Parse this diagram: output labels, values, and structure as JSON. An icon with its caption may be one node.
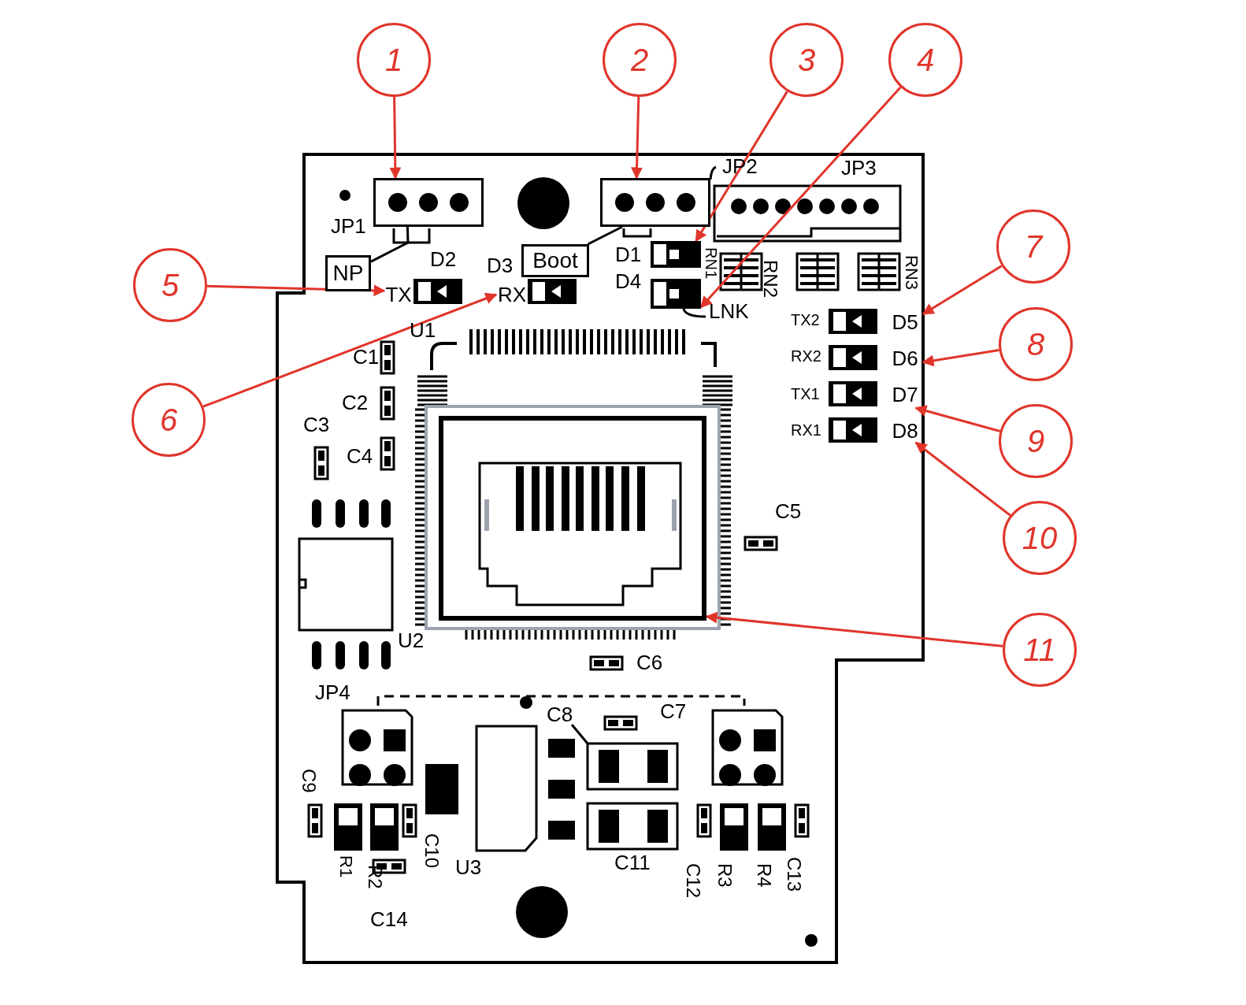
{
  "diagram": {
    "nodes": [
      {
        "text": [
          "1"
        ]
      },
      {
        "text": [
          "2"
        ]
      },
      {
        "text": [
          "3"
        ]
      },
      {
        "text": [
          "4"
        ]
      },
      {
        "text": [
          "5"
        ]
      },
      {
        "text": [
          "6"
        ]
      },
      {
        "text": [
          "7"
        ]
      },
      {
        "text": [
          "8"
        ]
      },
      {
        "text": [
          "9"
        ]
      },
      {
        "text": [
          "10"
        ]
      },
      {
        "text": [
          "11"
        ]
      },
      {
        "text": [],
        "shape": "box"
      },
      {
        "text": [
          "NP"
        ]
      },
      {
        "text": [],
        "shape": "box"
      },
      {
        "text": [
          "Boot"
        ]
      },
      {
        "text": [],
        "shape": "box"
      },
      {
        "text": [],
        "shape": "box"
      },
      {
        "text": [
          "TX"
        ]
      },
      {
        "text": [
          "RX"
        ]
      },
      {
        "text": [
          "D5"
        ]
      },
      {
        "text": [
          "D6"
        ]
      },
      {
        "text": [
          "D7"
        ]
      },
      {
        "text": [
          "D8"
        ]
      },
      {
        "text": [],
        "shape": "box"
      }
    ],
    "edges": [
      {
        "from": 0,
        "to": 11,
        "arrow": "to"
      },
      {
        "from": 1,
        "to": 13,
        "arrow": "to"
      },
      {
        "from": 2,
        "to": 15,
        "arrow": "to"
      },
      {
        "from": 3,
        "to": 16,
        "arrow": "to"
      },
      {
        "from": 4,
        "to": 17,
        "arrow": "to"
      },
      {
        "from": 5,
        "to": 18,
        "arrow": "to"
      },
      {
        "from": 6,
        "to": 19,
        "arrow": "to"
      },
      {
        "from": 7,
        "to": 20,
        "arrow": "to"
      },
      {
        "from": 8,
        "to": 21,
        "arrow": "to"
      },
      {
        "from": 9,
        "to": 22,
        "arrow": "to"
      },
      {
        "from": 10,
        "to": 23,
        "arrow": "to"
      },
      {
        "from": 12,
        "to": 11,
        "arrow": "none",
        "color": "#000000"
      },
      {
        "from": 14,
        "to": 13,
        "arrow": "none",
        "color": "#000000"
      }
    ],
    "labels": [
      "JP2",
      "JP3",
      "JP1",
      "D2",
      "D3",
      "D1",
      "D4",
      "RN1",
      "RN2",
      "RN3",
      "LNK",
      "U1",
      "C1",
      "C2",
      "C3",
      "C4",
      "TX2",
      "RX2",
      "TX1",
      "RX1",
      "C5",
      "U2",
      "C6",
      "JP4",
      "C8",
      "C7",
      "C9",
      "C10",
      "R1",
      "R2",
      "C14",
      "U3",
      "C11",
      "C12",
      "R3",
      "R4",
      "C13"
    ]
  }
}
